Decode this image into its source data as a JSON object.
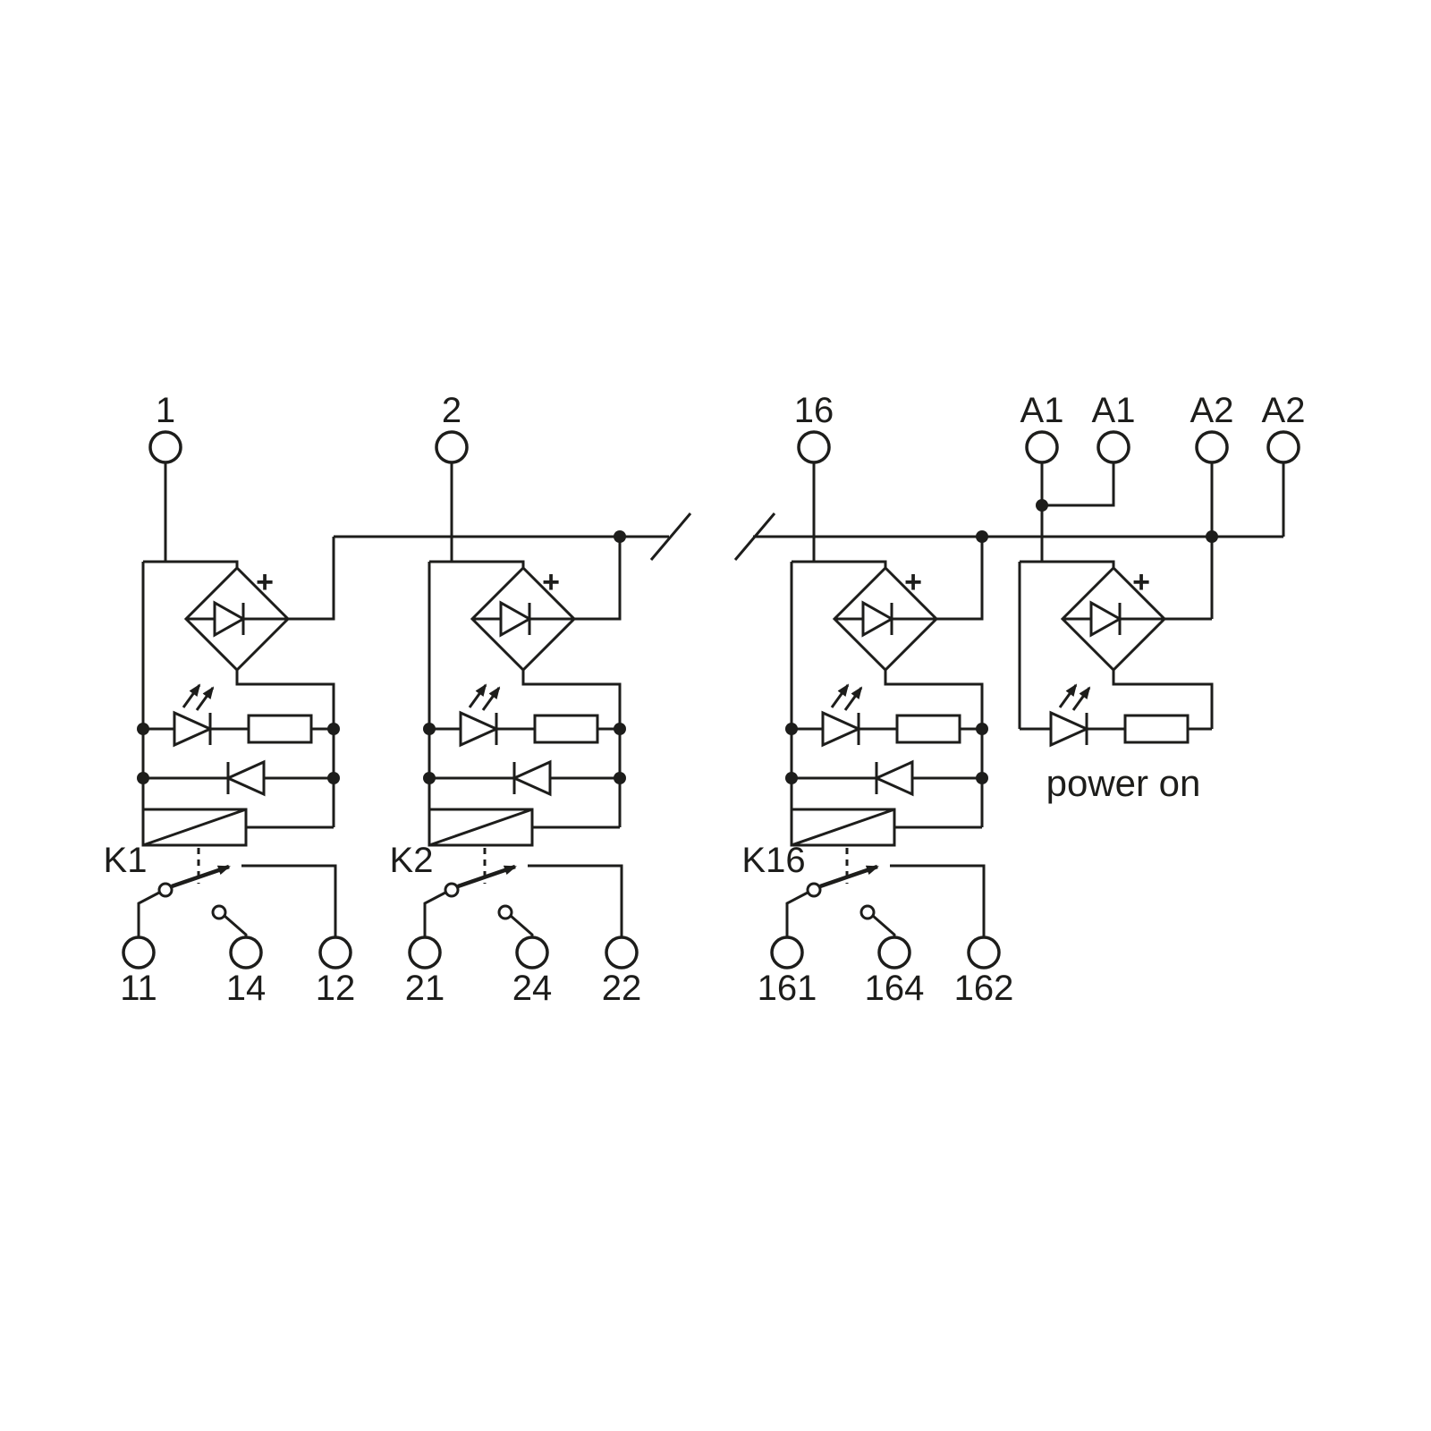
{
  "diagram": {
    "colors": {
      "line": "#1d1d1b",
      "background": "#ffffff"
    },
    "plus_label": "+",
    "power_on_label": "power on",
    "bus_terminals": [
      {
        "label": "A1"
      },
      {
        "label": "A1"
      },
      {
        "label": "A2"
      },
      {
        "label": "A2"
      }
    ],
    "channels": [
      {
        "input": "1",
        "relay": "K1",
        "contacts": {
          "common": "11",
          "no": "14",
          "nc": "12"
        }
      },
      {
        "input": "2",
        "relay": "K2",
        "contacts": {
          "common": "21",
          "no": "24",
          "nc": "22"
        }
      },
      {
        "input": "16",
        "relay": "K16",
        "contacts": {
          "common": "161",
          "no": "164",
          "nc": "162"
        }
      }
    ]
  }
}
